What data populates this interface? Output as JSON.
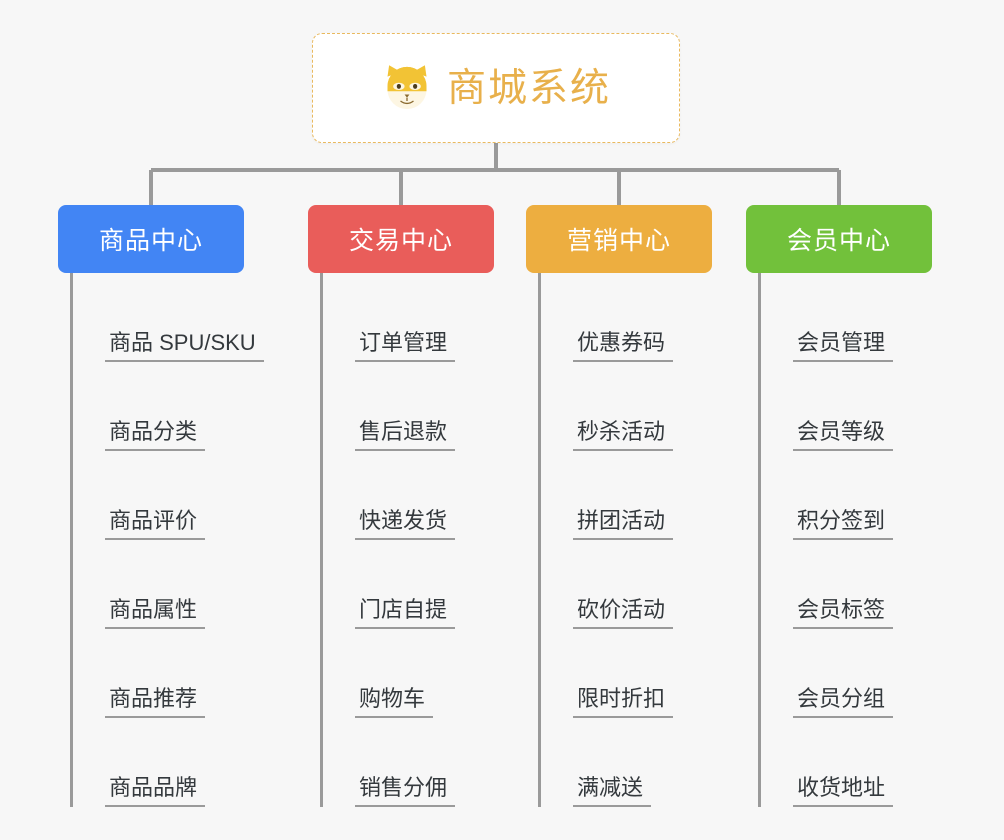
{
  "diagram": {
    "type": "org-chart",
    "title": "商城系统",
    "root": {
      "label": "商城系统",
      "icon": "shiba-dog-face-icon",
      "text_color": "#e8b04b",
      "border_color": "#e9b95e",
      "background": "#ffffff"
    },
    "background": "#f7f7f7",
    "connector_color": "#9a9a9a",
    "branches": [
      {
        "label": "商品中心",
        "color": "#4285f4",
        "items": [
          "商品 SPU/SKU",
          "商品分类",
          "商品评价",
          "商品属性",
          "商品推荐",
          "商品品牌"
        ]
      },
      {
        "label": "交易中心",
        "color": "#e95d5a",
        "items": [
          "订单管理",
          "售后退款",
          "快递发货",
          "门店自提",
          "购物车",
          "销售分佣"
        ]
      },
      {
        "label": "营销中心",
        "color": "#edae40",
        "items": [
          "优惠券码",
          "秒杀活动",
          "拼团活动",
          "砍价活动",
          "限时折扣",
          "满减送"
        ]
      },
      {
        "label": "会员中心",
        "color": "#72c13b",
        "items": [
          "会员管理",
          "会员等级",
          "积分签到",
          "会员标签",
          "会员分组",
          "收货地址"
        ]
      }
    ]
  }
}
